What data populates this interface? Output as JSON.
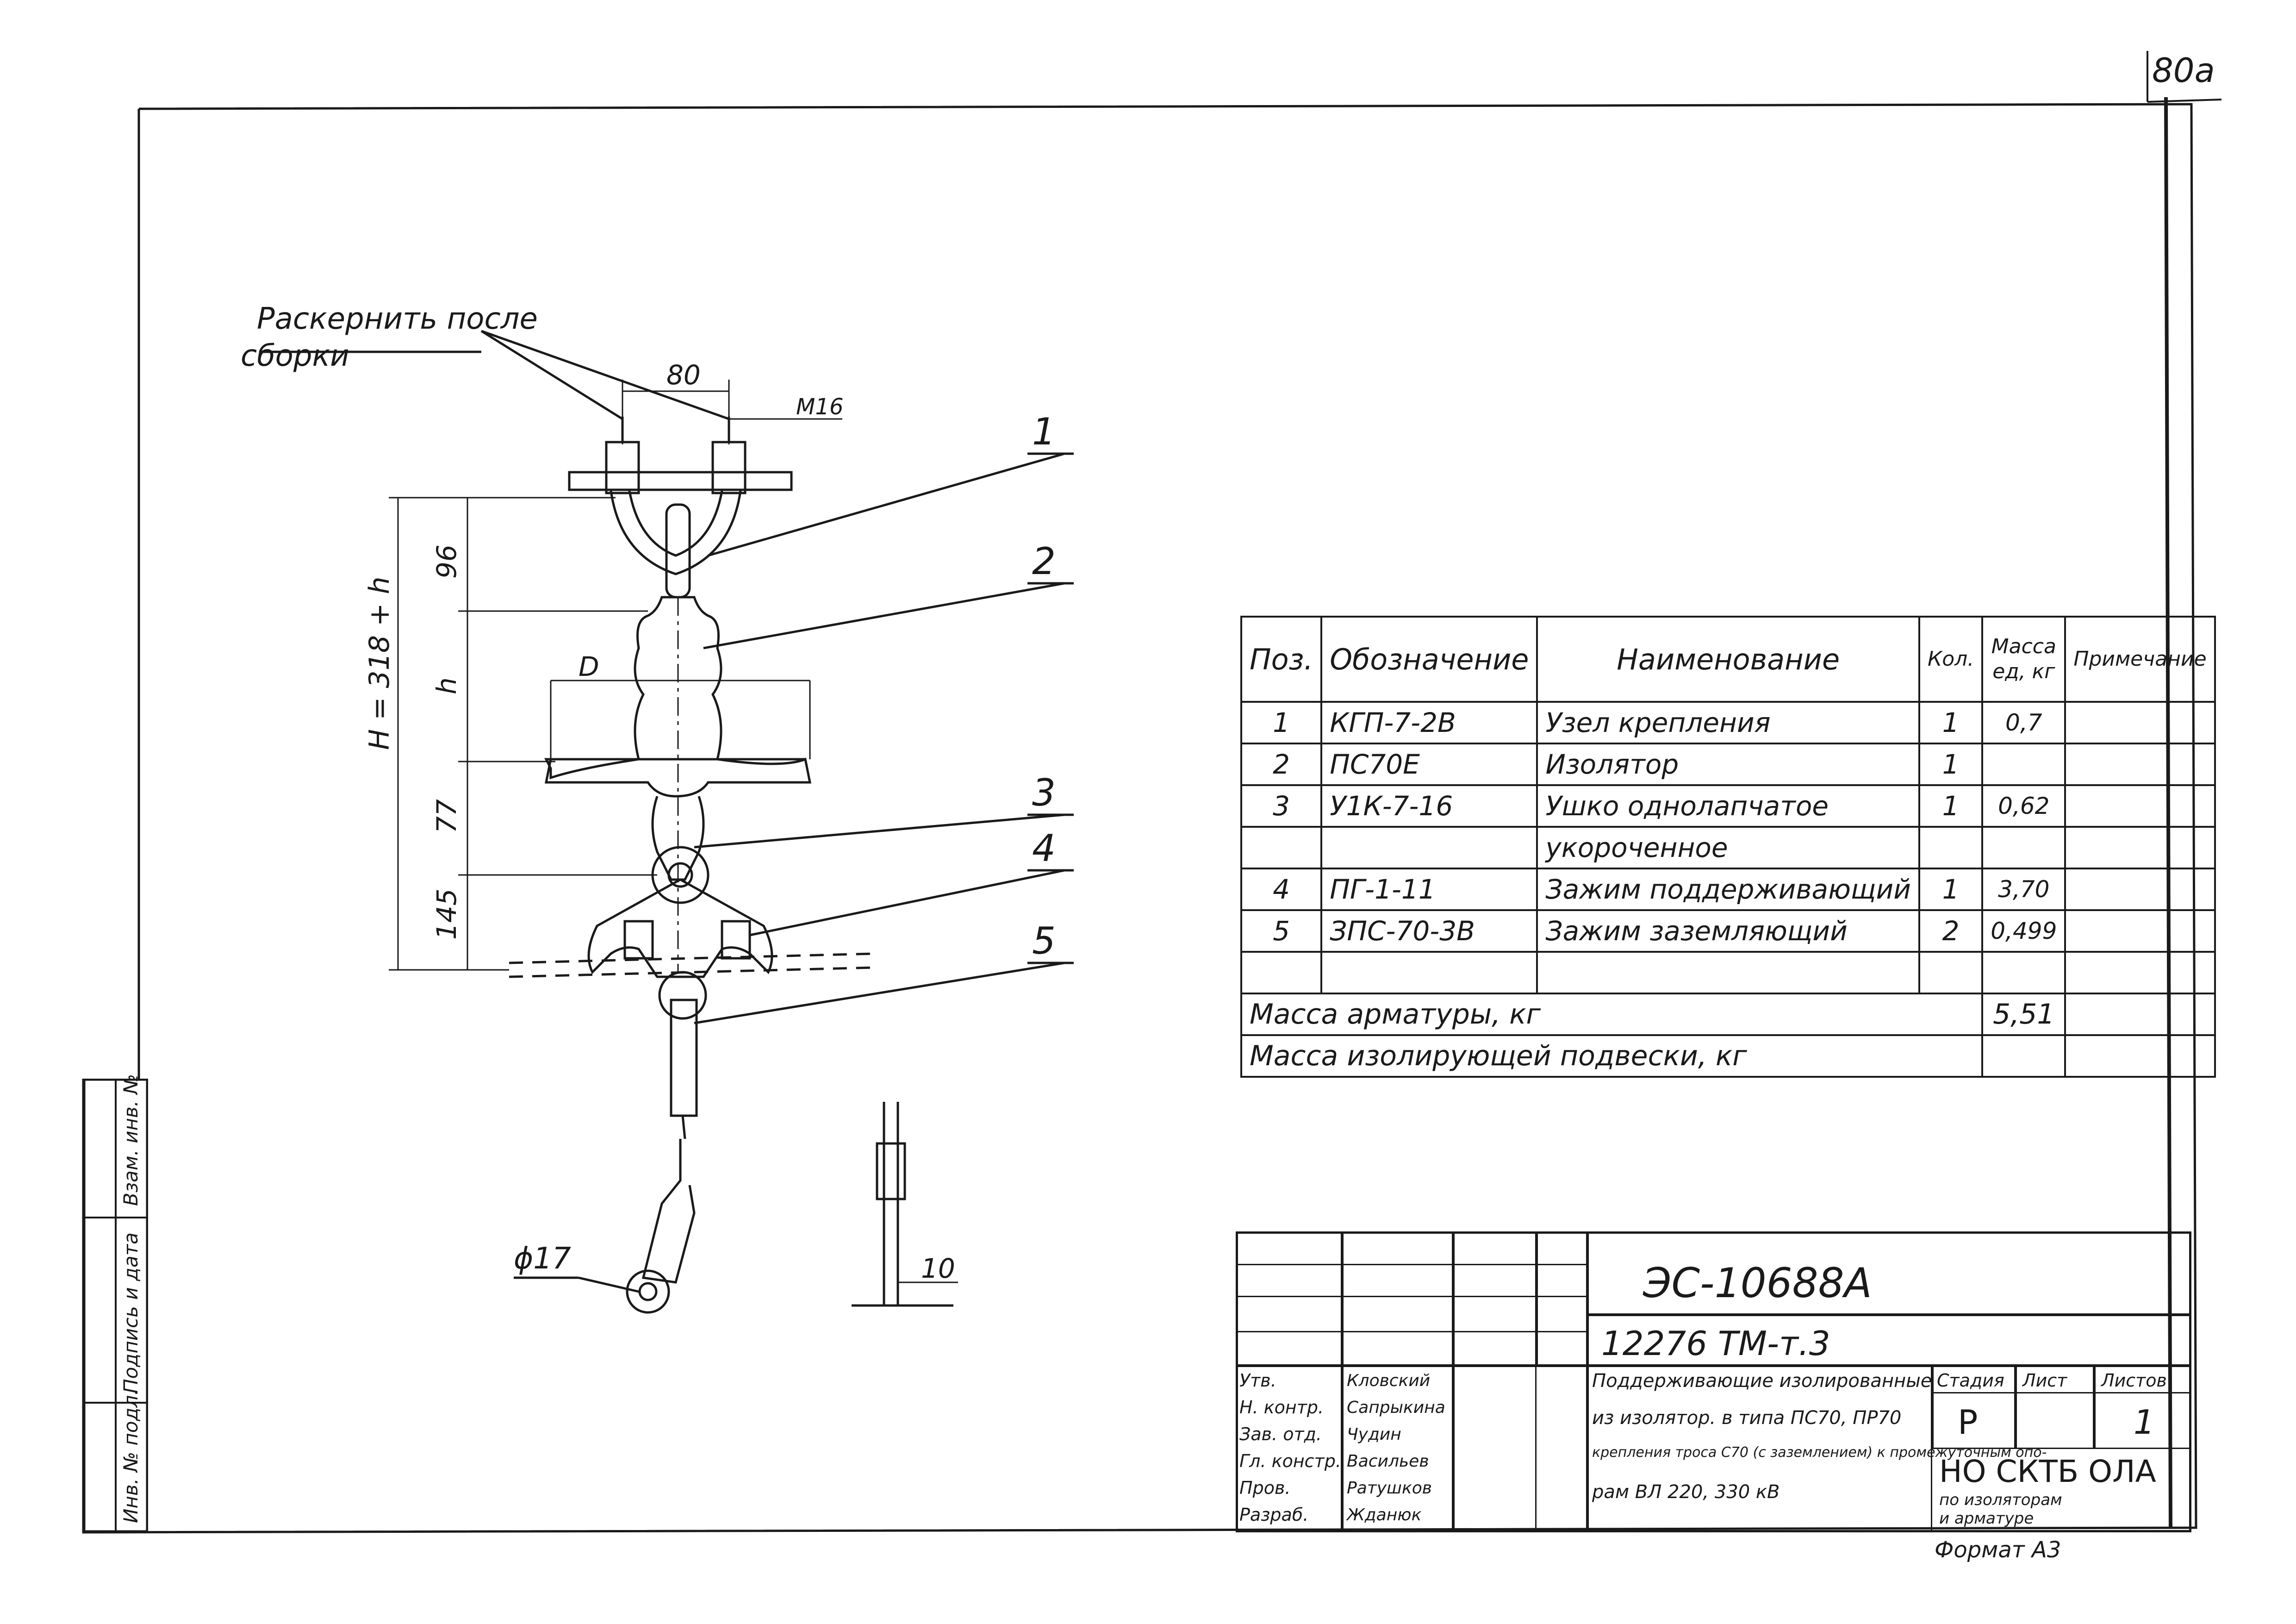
{
  "sheet_number": "80а",
  "drawing": {
    "note_line1": "Раскернить после",
    "note_line2": "сборки",
    "dim_80": "80",
    "dim_m16": "М16",
    "dim_H": "Н = 318 + h",
    "dim_96": "96",
    "dim_h": "h",
    "dim_77": "77",
    "dim_145": "145",
    "dim_D": "D",
    "dim_phi17": "ϕ17",
    "dim_10": "10",
    "callouts": [
      "1",
      "2",
      "3",
      "4",
      "5"
    ]
  },
  "spec_table": {
    "headers": {
      "pos": "Поз.",
      "designation": "Обозначение",
      "name": "Наименование",
      "qty": "Кол.",
      "mass": "Масса ед, кг",
      "note": "Примечание"
    },
    "rows": [
      {
        "pos": "1",
        "designation": "КГП-7-2В",
        "name": "Узел крепления",
        "qty": "1",
        "mass": "0,7",
        "note": ""
      },
      {
        "pos": "2",
        "designation": "ПС70Е",
        "name": "Изолятор",
        "qty": "1",
        "mass": "",
        "note": ""
      },
      {
        "pos": "3",
        "designation": "У1К-7-16",
        "name": "Ушко однолапчатое",
        "qty": "1",
        "mass": "0,62",
        "note": ""
      },
      {
        "pos": "",
        "designation": "",
        "name": "укороченное",
        "qty": "",
        "mass": "",
        "note": ""
      },
      {
        "pos": "4",
        "designation": "ПГ-1-11",
        "name": "Зажим поддерживающий",
        "qty": "1",
        "mass": "3,70",
        "note": ""
      },
      {
        "pos": "5",
        "designation": "ЗПС-70-3В",
        "name": "Зажим заземляющий",
        "qty": "2",
        "mass": "0,499",
        "note": ""
      },
      {
        "pos": "",
        "designation": "",
        "name": "",
        "qty": "",
        "mass": "",
        "note": ""
      }
    ],
    "mass_fittings_label": "Масса арматуры, кг",
    "mass_fittings_value": "5,51",
    "mass_suspension_label": "Масса изолирующей подвески, кг",
    "mass_suspension_value": ""
  },
  "title_block": {
    "doc_code": "ЭС-10688А",
    "project_code": "12276 ТМ-т.3",
    "description_lines": [
      "Поддерживающие изолированные",
      "из изолятор. в типа ПС70, ПР70",
      "крепления троса С70 (с заземлением) к промежуточным опо-",
      "рам ВЛ 220, 330 кВ"
    ],
    "stage_label": "Стадия",
    "sheet_label": "Лист",
    "sheets_label": "Листов",
    "stage_value": "Р",
    "sheet_value": "",
    "sheets_value": "1",
    "org_line1": "НО СКТБ ОЛА",
    "org_line2": "по изоляторам",
    "org_line3": "и арматуре",
    "signatures": [
      {
        "role": "Утв.",
        "name": "Кловский"
      },
      {
        "role": "Н. контр.",
        "name": "Сапрыкина"
      },
      {
        "role": "Зав. отд.",
        "name": "Чудин"
      },
      {
        "role": "Гл. констр.",
        "name": "Васильев"
      },
      {
        "role": "Пров.",
        "name": "Ратушков"
      },
      {
        "role": "Разраб.",
        "name": "Жданюк"
      }
    ]
  },
  "side_stamp": {
    "inv_no": "Инв. № подл.",
    "sign_date": "Подпись и дата",
    "inv_replace": "Взам. инв. №"
  },
  "format_label": "Формат А3"
}
